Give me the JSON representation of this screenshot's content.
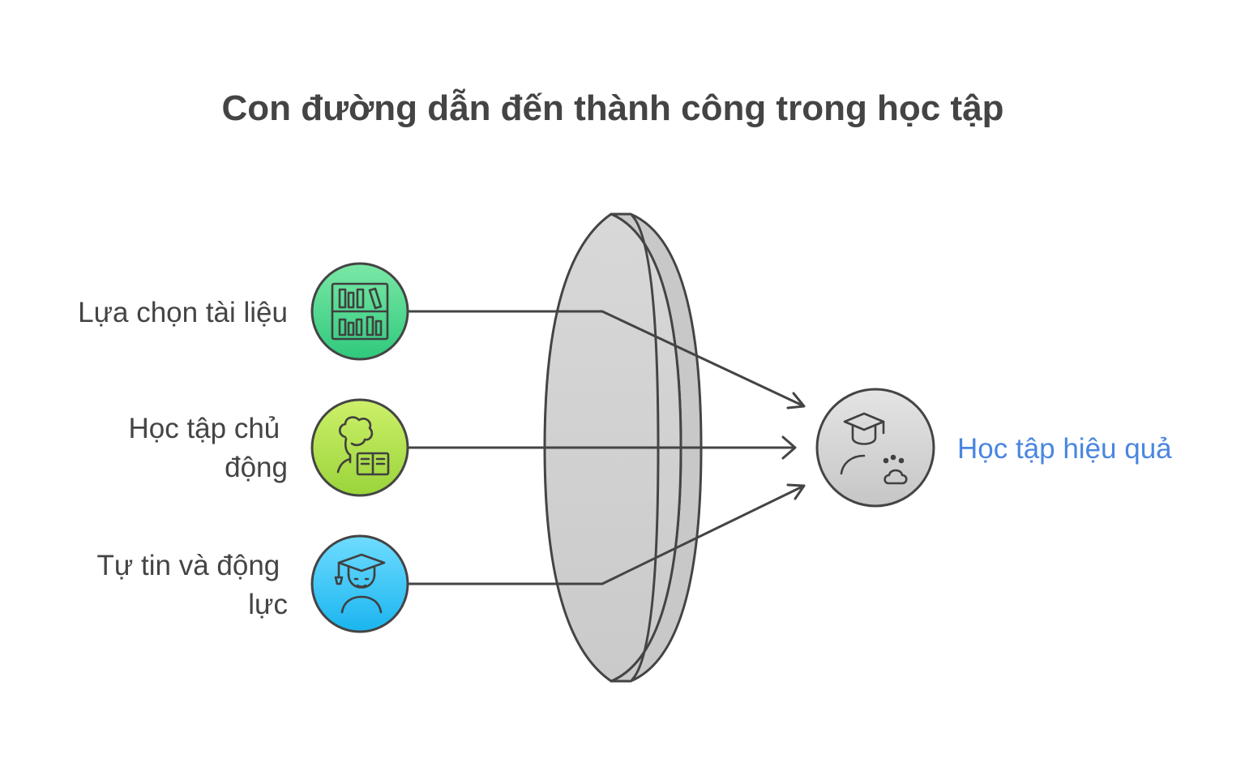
{
  "title": "Con đường dẫn đến thành công trong học tập",
  "inputs": [
    {
      "lines": [
        "Lựa chọn tài liệu"
      ],
      "icon": "bookshelf-icon",
      "color_top": "#7be8a6",
      "color_bottom": "#2fc97c"
    },
    {
      "lines": [
        "Học tập chủ",
        "động"
      ],
      "icon": "reading-student-icon",
      "color_top": "#cdf06a",
      "color_bottom": "#9ad43a"
    },
    {
      "lines": [
        "Tự tin và động",
        "lực"
      ],
      "icon": "graduate-icon",
      "color_top": "#6fdcff",
      "color_bottom": "#1ab5ef"
    }
  ],
  "output": {
    "label": "Học tập hiệu quả",
    "icon": "graduate-cloud-icon",
    "label_color": "#4a86e0"
  },
  "lens": {
    "icon": "lens-shape"
  }
}
